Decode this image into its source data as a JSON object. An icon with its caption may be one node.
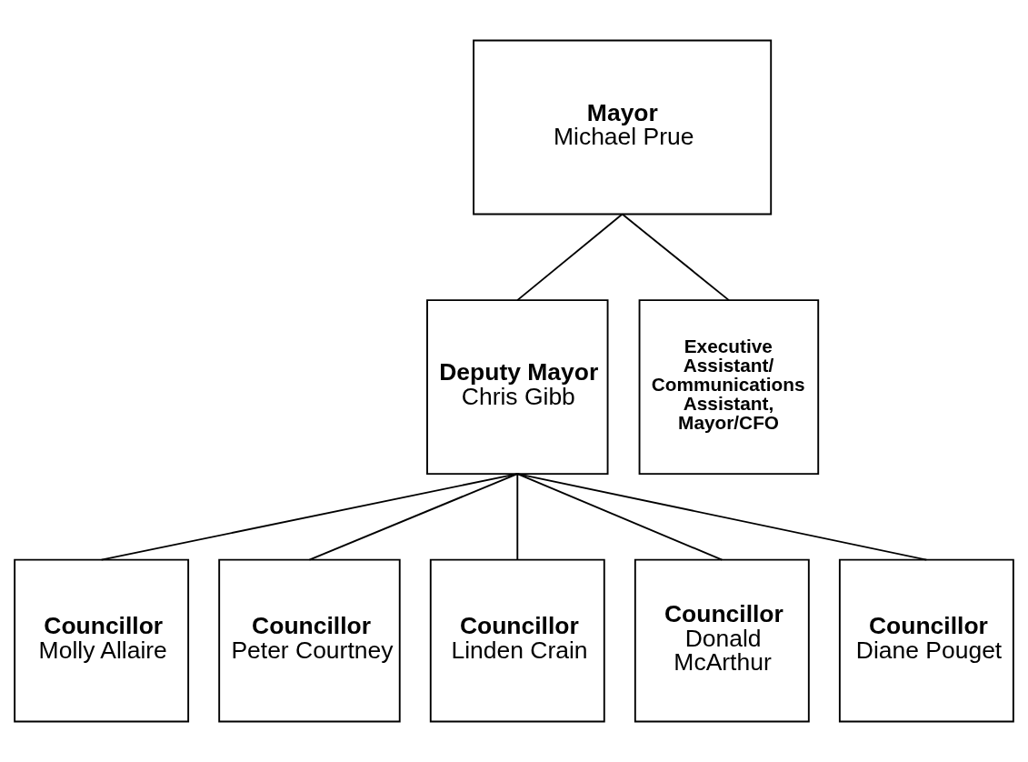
{
  "diagram": {
    "nodes": [
      {
        "text": [
          "Mayor",
          "Michael Prue"
        ]
      },
      {
        "text": [
          "Deputy Mayor",
          "Chris Gibb"
        ]
      },
      {
        "text": [
          "Executive Assistant/ Communications Assistant, Mayor/CFO"
        ]
      },
      {
        "text": [
          "Councillor",
          "Molly Allaire"
        ]
      },
      {
        "text": [
          "Councillor",
          "Peter Courtney"
        ]
      },
      {
        "text": [
          "Councillor",
          "Linden Crain"
        ]
      },
      {
        "text": [
          "Councillor",
          "Donald McArthur"
        ]
      },
      {
        "text": [
          "Councillor",
          "Diane Pouget"
        ]
      }
    ],
    "edges": [
      {
        "from": 0,
        "to": 1,
        "arrow": "none"
      },
      {
        "from": 0,
        "to": 2,
        "arrow": "none"
      },
      {
        "from": 1,
        "to": 3,
        "arrow": "none"
      },
      {
        "from": 1,
        "to": 4,
        "arrow": "none"
      },
      {
        "from": 1,
        "to": 5,
        "arrow": "none"
      },
      {
        "from": 1,
        "to": 6,
        "arrow": "none"
      },
      {
        "from": 1,
        "to": 7,
        "arrow": "none"
      }
    ]
  }
}
